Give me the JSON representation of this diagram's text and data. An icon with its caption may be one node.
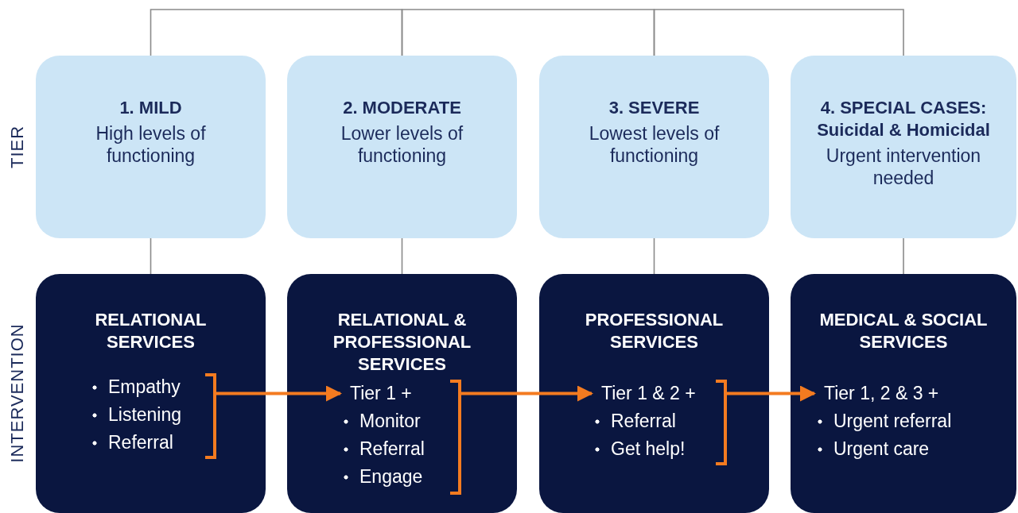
{
  "diagram": {
    "nodes": [
      {
        "text": [
          "1. MILD",
          "High levels of functioning"
        ]
      },
      {
        "text": [
          "2. MODERATE",
          "Lower levels of functioning"
        ]
      },
      {
        "text": [
          "3. SEVERE",
          "Lowest levels of functioning"
        ]
      },
      {
        "text": [
          "4. SPECIAL CASES: Suicidal & Homicidal",
          "Urgent intervention needed"
        ]
      },
      {
        "text": [
          "RELATIONAL SERVICES"
        ]
      },
      {
        "text": [
          "RELATIONAL & PROFESSIONAL SERVICES"
        ]
      },
      {
        "text": [
          "PROFESSIONAL SERVICES"
        ]
      },
      {
        "text": [
          "MEDICAL & SOCIAL SERVICES"
        ]
      },
      {
        "text": [
          "Empathy",
          "Listening",
          "Referral"
        ],
        "in": 4
      },
      {
        "text": [
          "Tier 1 +",
          "Monitor",
          "Referral",
          "Engage"
        ],
        "in": 5
      },
      {
        "text": [
          "Tier 1 & 2 +",
          "Referral",
          "Get help!"
        ],
        "in": 6
      },
      {
        "text": [
          "Tier 1, 2 & 3 +",
          "Urgent referral",
          "Urgent care"
        ],
        "in": 7
      }
    ],
    "edges": [
      {
        "from": 0,
        "to": 1,
        "arrow": "none"
      },
      {
        "from": 1,
        "to": 2,
        "arrow": "none"
      },
      {
        "from": 2,
        "to": 3,
        "arrow": "none"
      },
      {
        "from": 0,
        "to": 4,
        "arrow": "none"
      },
      {
        "from": 1,
        "to": 5,
        "arrow": "none"
      },
      {
        "from": 2,
        "to": 6,
        "arrow": "none"
      },
      {
        "from": 3,
        "to": 7,
        "arrow": "none"
      },
      {
        "from": 8,
        "to": 9,
        "arrow": "to",
        "color": "#f47b20",
        "style": "thick"
      },
      {
        "from": 9,
        "to": 10,
        "arrow": "to",
        "color": "#f47b20",
        "style": "thick"
      },
      {
        "from": 10,
        "to": 11,
        "arrow": "to",
        "color": "#f47b20",
        "style": "thick"
      }
    ],
    "labels": [
      "TIER",
      "INTERVENTION"
    ]
  }
}
